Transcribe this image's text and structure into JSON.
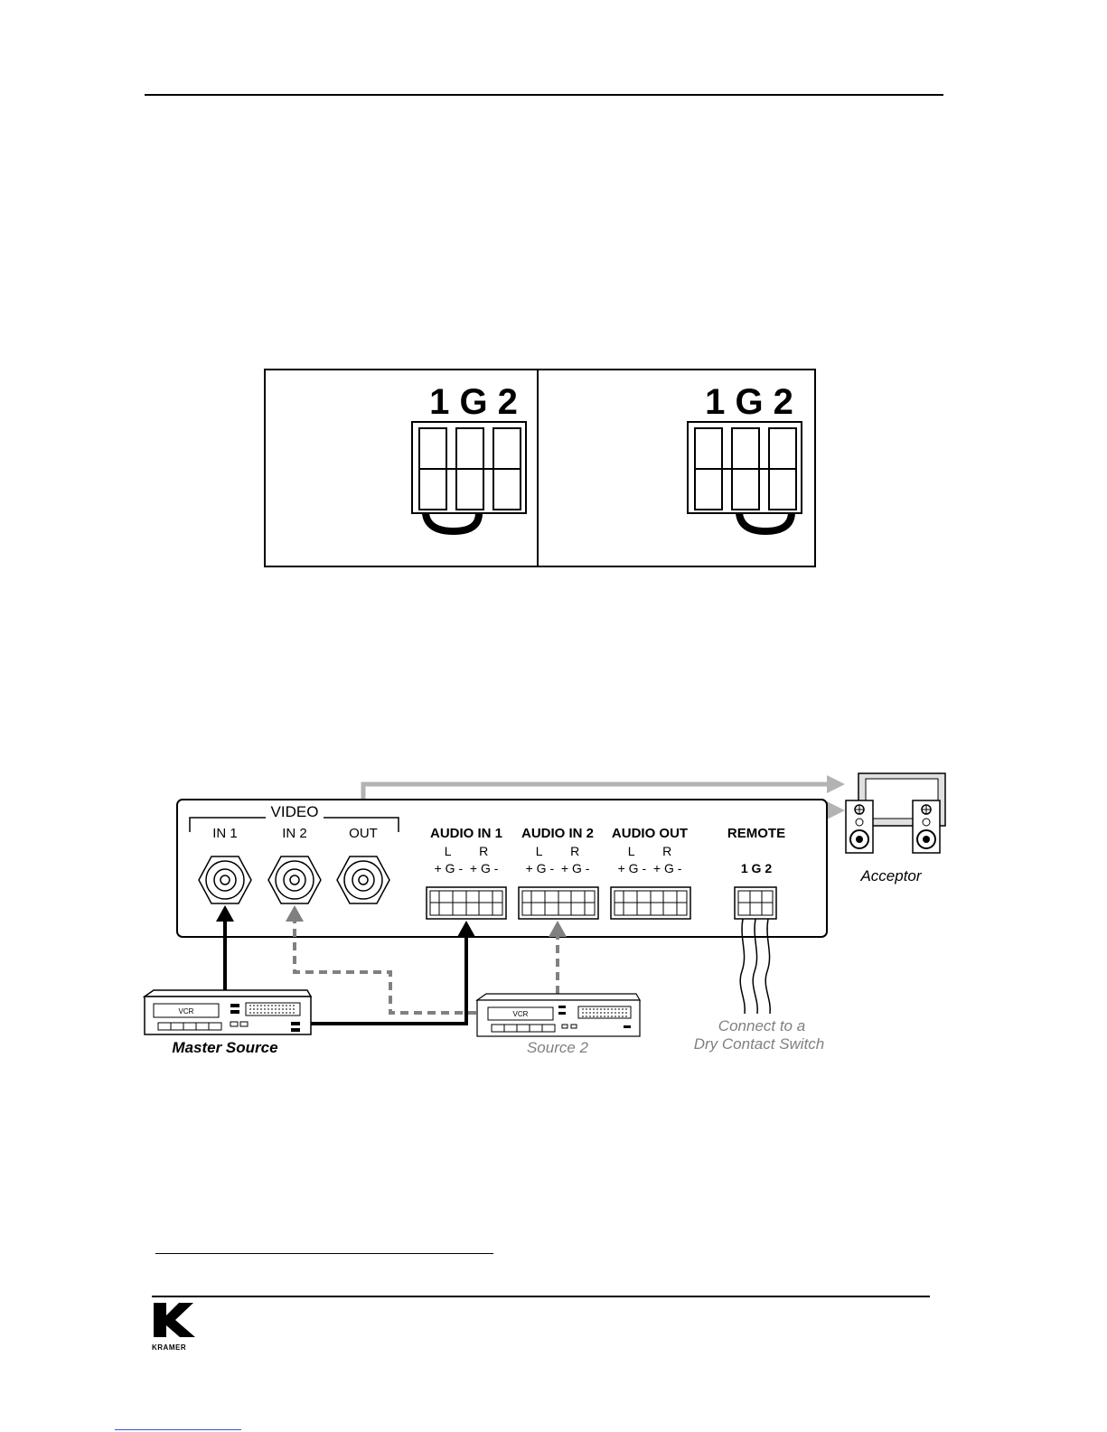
{
  "remote_jumper_diagram": {
    "panels": [
      {
        "pin_labels": "1 G 2",
        "jumper": "1-G"
      },
      {
        "pin_labels": "1 G 2",
        "jumper": "G-2"
      }
    ]
  },
  "connection_diagram": {
    "panel": {
      "video_group_label": "VIDEO",
      "video_ports": [
        "IN 1",
        "IN 2",
        "OUT"
      ],
      "audio_groups": [
        {
          "title": "AUDIO IN 1",
          "lr": "L        R",
          "pins": "+ G -  + G -"
        },
        {
          "title": "AUDIO IN 2",
          "lr": "L        R",
          "pins": "+ G -  + G -"
        },
        {
          "title": "AUDIO OUT",
          "lr": "L        R",
          "pins": "+ G -  + G -"
        }
      ],
      "remote_title": "REMOTE",
      "remote_pins": "1 G 2"
    },
    "devices": {
      "master_source_label": "Master Source",
      "source2_label": "Source 2",
      "vcr_text": "VCR",
      "acceptor_label": "Acceptor",
      "switch_label_line1": "Connect to a",
      "switch_label_line2": "Dry Contact Switch"
    },
    "colors": {
      "primary_signal": "#000000",
      "secondary_signal": "#808080",
      "output_signal": "#b3b3b3"
    }
  },
  "footer": {
    "logo_text": "KRAMER"
  }
}
